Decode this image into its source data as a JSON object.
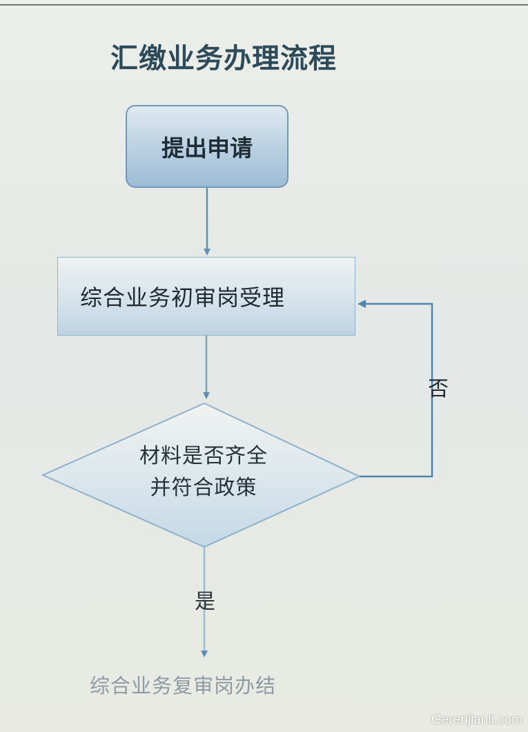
{
  "title": "汇缴业务办理流程",
  "nodes": {
    "start": "提出申请",
    "review": "综合业务初审岗受理",
    "decision_line1": "材料是否齐全",
    "decision_line2": "并符合政策",
    "final": "综合业务复审岗办结"
  },
  "edges": {
    "no_label": "否",
    "yes_label": "是"
  },
  "watermark": "Gerenjianli.com",
  "colors": {
    "title": "#2d4a5a",
    "node_border": "#6f97b8",
    "node_fill": "#b5cde0",
    "connector": "#5e90b5",
    "diamond_fill": "#c8dae8"
  }
}
